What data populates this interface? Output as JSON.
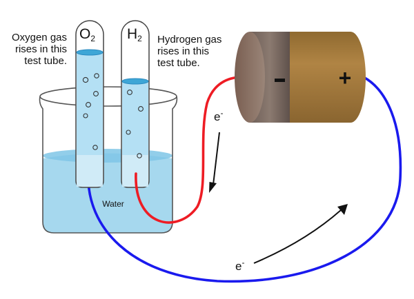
{
  "labels": {
    "oxygen": {
      "line1": "Oxygen gas",
      "line2": "rises in this",
      "line3": "test tube."
    },
    "hydrogen": {
      "line1": "Hydrogen gas",
      "line2": "rises in this",
      "line3": "test tube."
    },
    "o2_symbol": "O",
    "o2_subscript": "2",
    "h2_symbol": "H",
    "h2_subscript": "2",
    "water": "Water",
    "battery_negative": "-",
    "battery_positive": "+",
    "electron_top": "e",
    "electron_top_sup": "-",
    "electron_bottom": "e",
    "electron_bottom_sup": "-"
  },
  "colors": {
    "water": "#a6d8ee",
    "water_surface": "#5cb8e0",
    "tube_fill": "#d6eef8",
    "tube_stroke": "#444444",
    "beaker_stroke": "#555555",
    "red_wire": "#ee1c24",
    "blue_wire": "#1a1aee",
    "battery_neg_end": "#7a6a62",
    "battery_body": "#a67b3a",
    "arrow": "#111111"
  },
  "icons": {
    "battery": "battery-icon",
    "beaker": "beaker-icon",
    "test_tube": "test-tube-icon",
    "bubble": "gas-bubble-icon",
    "arrow": "electron-flow-arrow-icon"
  }
}
